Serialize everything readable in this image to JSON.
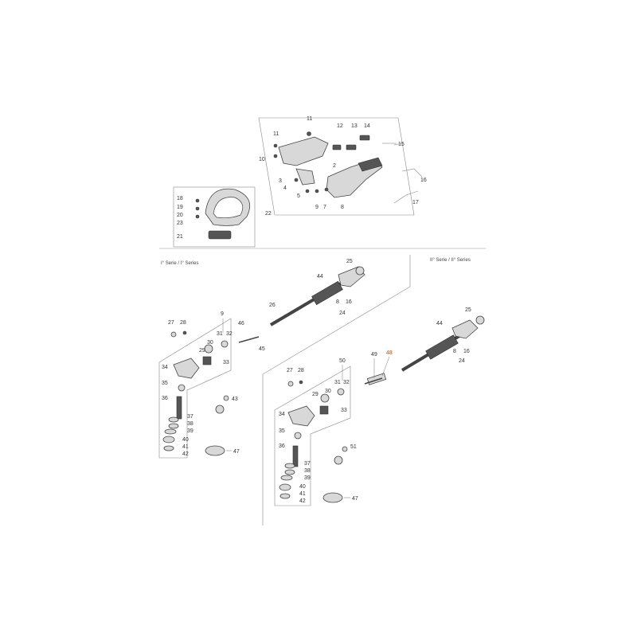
{
  "headers": {
    "series_left": "I° Serie / I° Series",
    "series_right": "II° Serie / II° Series"
  },
  "labels": {
    "l11a": "11",
    "l11b": "11",
    "l12": "12",
    "l13": "13",
    "l14": "14",
    "l15": "15",
    "l10": "10",
    "l3": "3",
    "l4": "4",
    "l2": "2",
    "l5": "5",
    "l9a": "9",
    "l7": "7",
    "l8a": "8",
    "l16a": "16",
    "l17": "17",
    "l18a": "18",
    "l19": "19",
    "l20": "20",
    "l23": "23",
    "l21": "21",
    "l22": "22",
    "l25a": "25",
    "l44a": "44",
    "l26": "26",
    "l8b": "8",
    "l16b": "16",
    "l24a": "24",
    "l46": "46",
    "l45": "45",
    "l9b": "9",
    "l27a": "27",
    "l28a": "28",
    "l31a": "31",
    "l32a": "32",
    "l30a": "30",
    "l29a": "29",
    "l33a": "33",
    "l34a": "34",
    "l35a": "35",
    "l36a": "36",
    "l37a": "37",
    "l38a": "38",
    "l39a": "39",
    "l40a": "40",
    "l41a": "41",
    "l42a": "42",
    "l43": "43",
    "l47a": "47",
    "l25b": "25",
    "l44b": "44",
    "l49": "49",
    "l48": "48",
    "l8c": "8",
    "l16c": "16",
    "l24b": "24",
    "l50": "50",
    "l27b": "27",
    "l28b": "28",
    "l31b": "31",
    "l32b": "32",
    "l30b": "30",
    "l29b": "29",
    "l33b": "33",
    "l34b": "34",
    "l35b": "35",
    "l36b": "36",
    "l37b": "37",
    "l38b": "38",
    "l39b": "39",
    "l40b": "40",
    "l41b": "41",
    "l42b": "42",
    "l51": "51",
    "l47b": "47"
  },
  "colors": {
    "highlight": "#d9773a"
  }
}
